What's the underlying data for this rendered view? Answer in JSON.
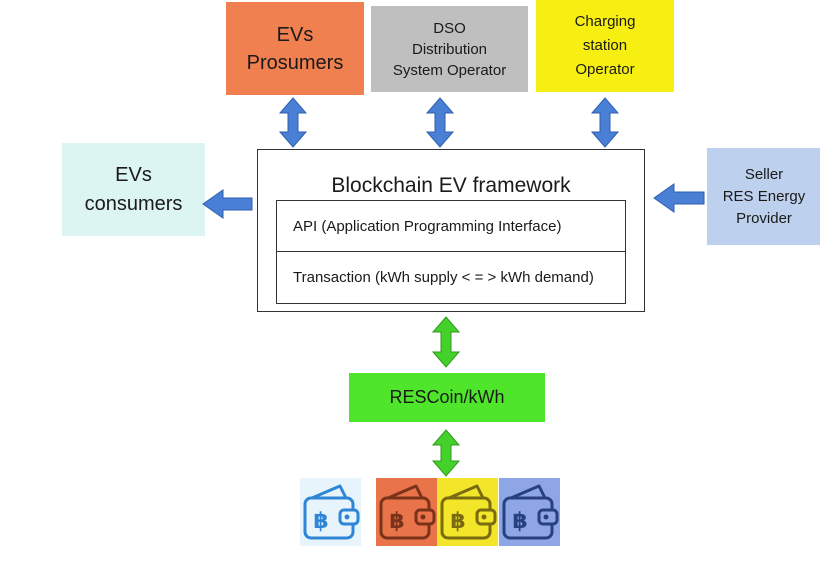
{
  "nodes": {
    "prosumers": [
      "EVs",
      "Prosumers"
    ],
    "dso": [
      "DSO",
      "Distribution",
      "System Operator"
    ],
    "charging": [
      "Charging",
      "station",
      "Operator"
    ],
    "consumers": [
      "EVs",
      "consumers"
    ],
    "seller": [
      "Seller",
      "RES Energy",
      "Provider"
    ],
    "rescoin": "RESCoin/kWh"
  },
  "framework": {
    "title": "Blockchain EV framework",
    "api": "API (Application Programming Interface)",
    "transaction": "Transaction (kWh supply < = > kWh demand)"
  },
  "colors": {
    "prosumers": "#f0804f",
    "dso": "#bfbfbf",
    "charging": "#f7ef11",
    "consumers": "#ddf5f2",
    "seller": "#bdd0ee",
    "rescoin": "#4ee52a",
    "blue_arrow": "#4a7fd6",
    "green_arrow": "#44d12b"
  },
  "wallets": [
    {
      "icon": "bitcoin-wallet-icon",
      "bg": "#e8f4fb",
      "stroke": "#2f86d6"
    },
    {
      "icon": "bitcoin-wallet-icon",
      "bg": "#e9744a",
      "stroke": "#7a3318"
    },
    {
      "icon": "bitcoin-wallet-icon",
      "bg": "#f3e62a",
      "stroke": "#7a6a10"
    },
    {
      "icon": "bitcoin-wallet-icon",
      "bg": "#8fa6e6",
      "stroke": "#27407f"
    }
  ]
}
